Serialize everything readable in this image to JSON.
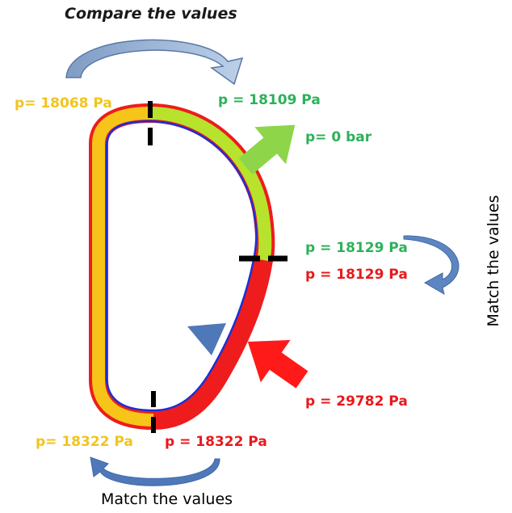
{
  "annotations": {
    "compare_values": "Compare the values",
    "match_values_right": "Match the values",
    "match_values_bottom": "Match the values"
  },
  "pressure_labels": {
    "top_left_yellow": "p= 18068 Pa",
    "top_right_green": "p = 18109 Pa",
    "outlet_green": "p= 0 bar",
    "mid_right_green": "p = 18129 Pa",
    "mid_right_red": "p = 18129 Pa",
    "inlet_red": "p = 29782 Pa",
    "bottom_left_yellow": "p= 18322 Pa",
    "bottom_right_red": "p = 18322 Pa"
  },
  "colors": {
    "yellow_segment": "#f7c419",
    "green_segment": "#b7e32c",
    "red_segment": "#ee1c1c",
    "blue_line": "#1a2fd6",
    "flow_arrow_blue": "#4f78b8",
    "outlet_arrow_green": "#8ed54a",
    "inlet_arrow_red": "#ff1a1a"
  }
}
